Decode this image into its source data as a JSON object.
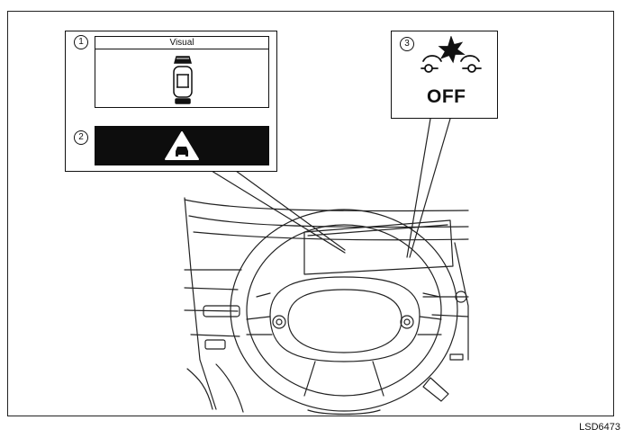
{
  "callout_1": {
    "number": "1",
    "panel_title": "Visual",
    "icon": "vehicle-top-view-icon"
  },
  "callout_2": {
    "number": "2",
    "icon": "vehicle-warning-triangle-icon"
  },
  "callout_3": {
    "number": "3",
    "icon": "vehicle-collision-icon",
    "label": "OFF"
  },
  "figure_code": "LSD6473",
  "colors": {
    "line": "#111111",
    "panel_dark": "#0d0d0d",
    "background": "#ffffff"
  }
}
